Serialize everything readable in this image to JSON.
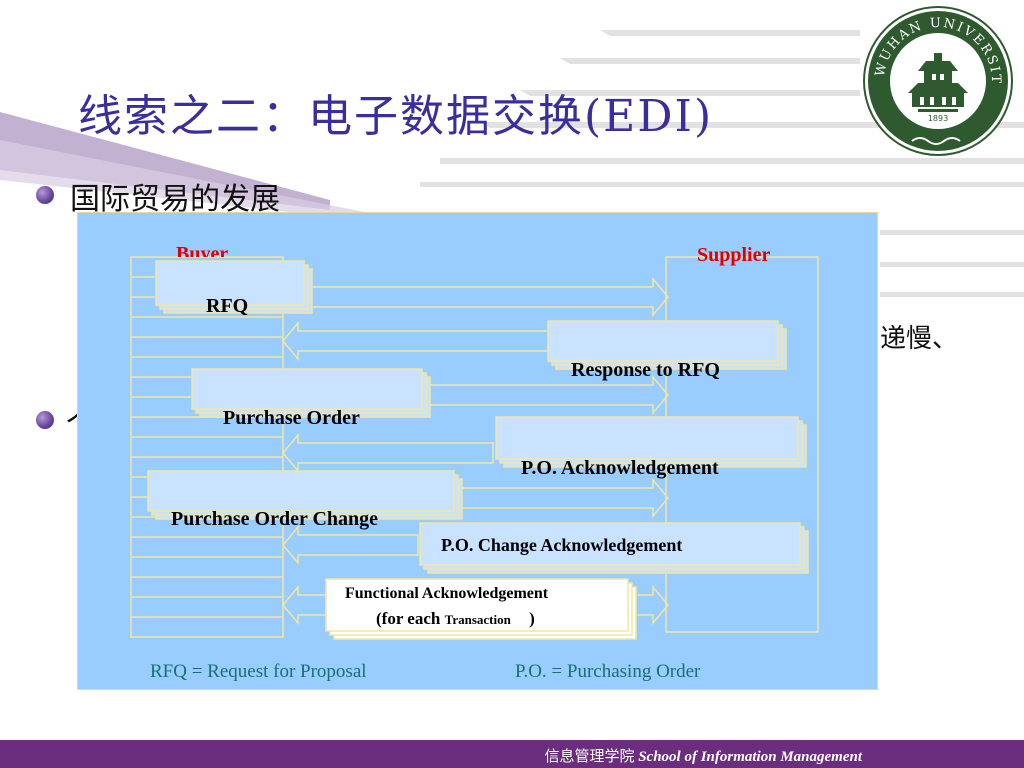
{
  "slide": {
    "title": "线索之二：电子数据交换(EDI)",
    "bullets": [
      "国际贸易的发展",
      "个"
    ],
    "partial_text": "递慢、"
  },
  "diagram": {
    "buyer_label": "Buyer",
    "supplier_label": "Supplier",
    "messages": [
      {
        "label": "RFQ",
        "direction": "buyer-to-supplier"
      },
      {
        "label": "Response to RFQ",
        "direction": "supplier-to-buyer"
      },
      {
        "label": "Purchase Order",
        "direction": "buyer-to-supplier"
      },
      {
        "label": "P.O. Acknowledgement",
        "direction": "supplier-to-buyer"
      },
      {
        "label": "Purchase Order Change",
        "direction": "buyer-to-supplier"
      },
      {
        "label": "P.O. Change Acknowledgement",
        "direction": "supplier-to-buyer"
      },
      {
        "label_line1": "Functional Acknowledgement",
        "label_line2_a": "(for each",
        "label_line2_b": "Transaction",
        "label_line2_c": ")",
        "direction": "both"
      }
    ],
    "legend": {
      "rfq": "RFQ = Request for Proposal",
      "po": "P.O. = Purchasing Order"
    }
  },
  "logo": {
    "text": "WUHAN UNIVERSITY",
    "year": "1893",
    "icon": "university-seal-icon"
  },
  "footer": {
    "cn": "信息管理学院",
    "en": "School of Information Management"
  },
  "colors": {
    "title": "#3a2e9c",
    "diagram_bg": "#99ccff",
    "footer_bg": "#6b2d7e",
    "party_label": "#e00000",
    "legend": "#1a6f6f",
    "box_fill": "#c8e2ff",
    "arrow": "#e8d890"
  }
}
